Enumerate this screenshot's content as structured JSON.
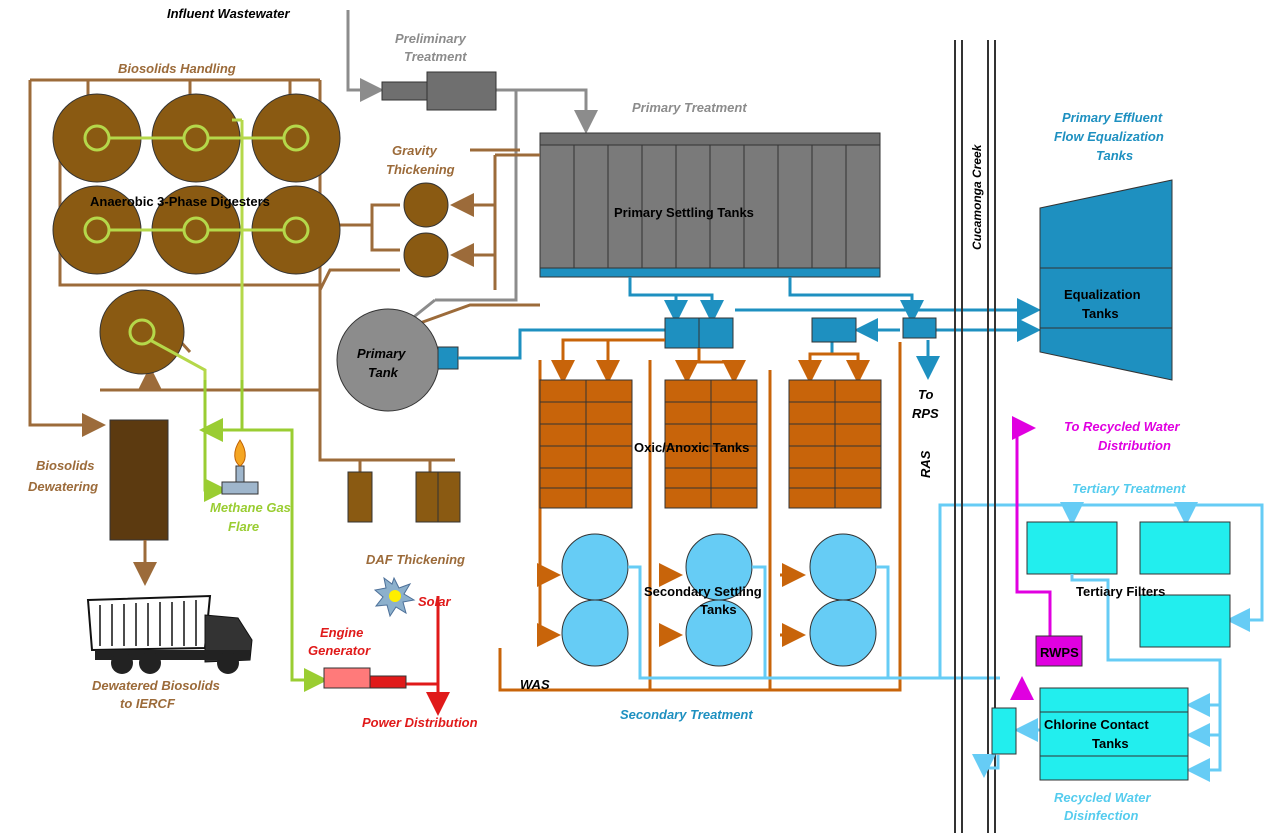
{
  "labels": {
    "influent": "Influent Wastewater",
    "preliminary_1": "Preliminary",
    "preliminary_2": "Treatment",
    "primary_treatment": "Primary Treatment",
    "biosolids_handling": "Biosolids  Handling",
    "gravity_1": "Gravity",
    "gravity_2": "Thickening",
    "primary_settling": "Primary Settling Tanks",
    "digesters": "Anaerobic  3-Phase Digesters",
    "primary_tank_1": "Primary",
    "primary_tank_2": "Tank",
    "creek": "Cucamonga Creek",
    "pe_flow_1": "Primary Effluent",
    "pe_flow_2": "Flow Equalization",
    "pe_flow_3": "Tanks",
    "equalization_1": "Equalization",
    "equalization_2": "Tanks",
    "to_rps_1": "To",
    "to_rps_2": "RPS",
    "ras": "RAS",
    "to_recycled_1": "To Recycled Water",
    "to_recycled_2": "Distribution",
    "tertiary_treatment": "Tertiary Treatment",
    "tertiary_filters": "Tertiary Filters",
    "oxic_anoxic": "Oxic/Anoxic Tanks",
    "biosolids_dewatering_1": "Biosolids",
    "biosolids_dewatering_2": "Dewatering",
    "methane_1": "Methane Gas",
    "methane_2": "Flare",
    "daf": "DAF Thickening",
    "secondary_settling_1": "Secondary Settling",
    "secondary_settling_2": "Tanks",
    "solar": "Solar",
    "engine_1": "Engine",
    "engine_2": "Generator",
    "rwps": "RWPS",
    "dewatered_1": "Dewatered Biosolids",
    "dewatered_2": "to IERCF",
    "was": "WAS",
    "power_distribution": "Power Distribution",
    "secondary_treatment": "Secondary Treatment",
    "chlorine_1": "Chlorine Contact",
    "chlorine_2": "Tanks",
    "recycled_disinfection_1": "Recycled Water",
    "recycled_disinfection_2": "Disinfection"
  },
  "colors": {
    "brown": "#9c6b3a",
    "digester": "#8a5a12",
    "digester_line": "#b5d84a",
    "gray": "#8c8c8c",
    "gray_dark": "#5f5f5f",
    "blue": "#1e90c0",
    "blue_dark": "#0b6f9a",
    "orange": "#c8640a",
    "light_blue": "#66ccf5",
    "cyan": "#22eeee",
    "magenta": "#e000e0",
    "red": "#e01a1a",
    "green": "#9acd32",
    "secondary_label": "#1e90c0",
    "tertiary_label": "#55ccee"
  }
}
